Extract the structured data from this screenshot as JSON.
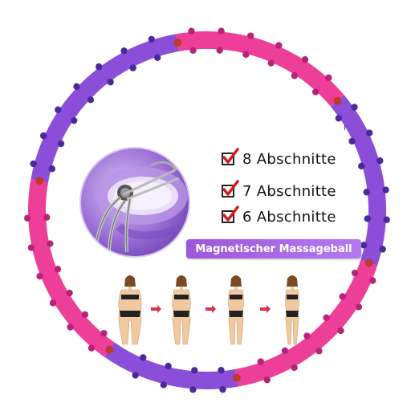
{
  "colors": {
    "pink": "#ee3f98",
    "purple": "#8a4ed8",
    "bead_pink": "#b8237a",
    "bead_purple": "#4a2a9a",
    "badge": "#a266e3",
    "check": "#d21d1d"
  },
  "features": [
    {
      "label": "8 Abschnitte",
      "checked": true
    },
    {
      "label": "7 Abschnitte",
      "checked": true
    },
    {
      "label": "6 Abschnitte",
      "checked": true
    }
  ],
  "badge": {
    "label": "Magnetischer Massageball"
  },
  "corner_mark": "ı",
  "icons": [
    "checkbox-checked-icon",
    "arrow-right-icon",
    "magnet-clip-icon",
    "woman-silhouette-icon"
  ]
}
